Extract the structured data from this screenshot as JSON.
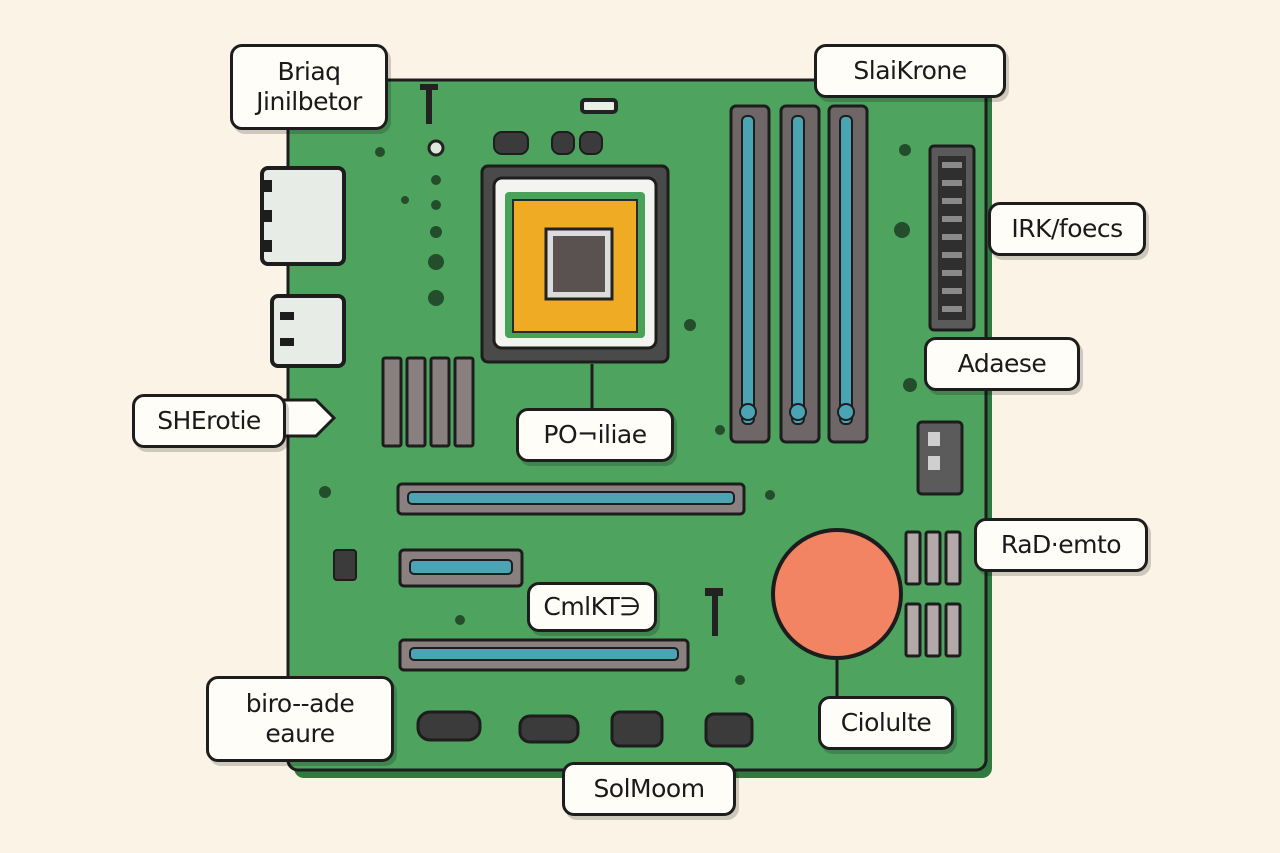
{
  "diagram": {
    "colors": {
      "background": "#fbf3e6",
      "board": "#4ea35f",
      "cpu_core": "#f0ab25",
      "battery": "#f28463"
    },
    "labels": {
      "top_left_line1": "Briaq",
      "top_left_line2": "Jinilbetor",
      "top_right": "SlaiKrone",
      "right_upper": "IRK/foecs",
      "right_mid": "Adaese",
      "left_mid": "SHErotie",
      "center_cpu": "PO¬iliae",
      "right_lower": "RaD·emto",
      "center_lower": "CmlKT∋",
      "bottom_left_line1": "biro--ade",
      "bottom_left_line2": "eaure",
      "bottom_right": "Ciolulte",
      "bottom_center": "SolMoom"
    }
  }
}
